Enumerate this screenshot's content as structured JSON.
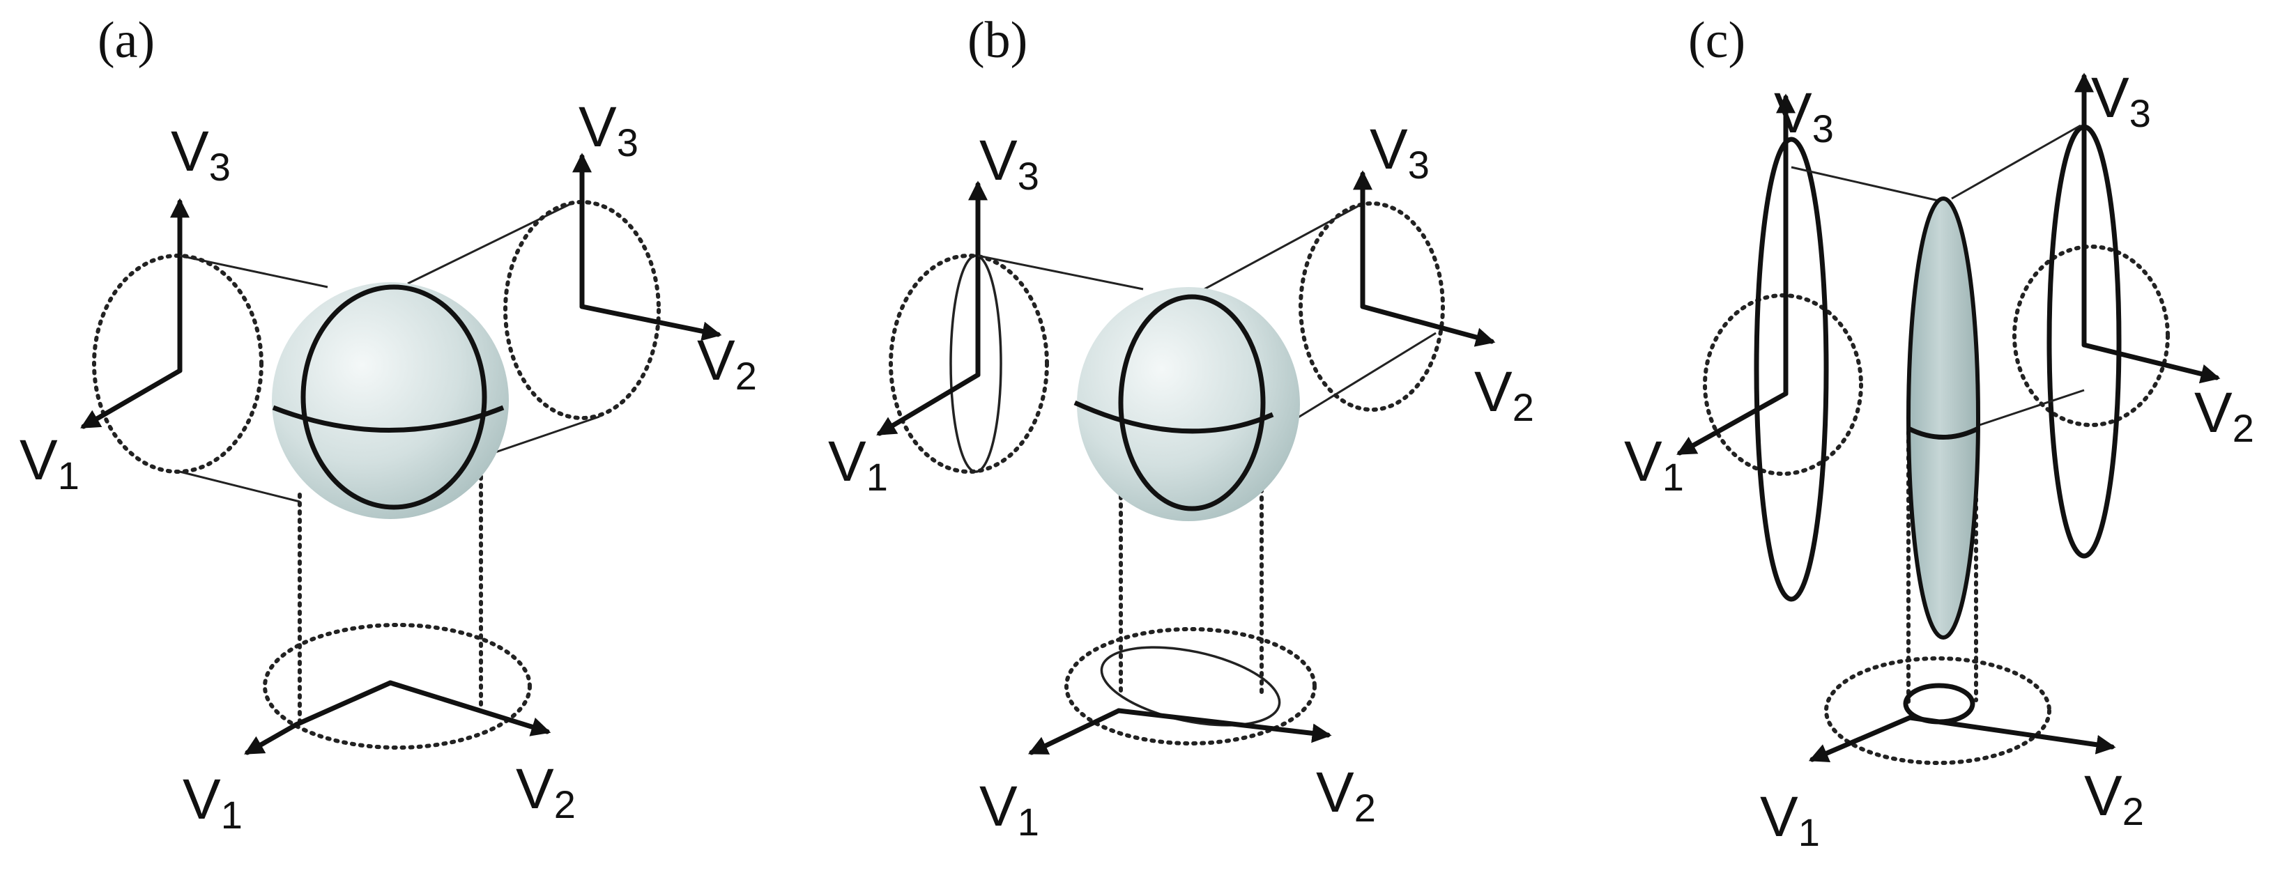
{
  "panels": [
    {
      "id": "a",
      "label": "(a)"
    },
    {
      "id": "b",
      "label": "(b)"
    },
    {
      "id": "c",
      "label": "(c)"
    }
  ],
  "axis_labels": {
    "v1": "V",
    "v1_sub": "1",
    "v2": "V",
    "v2_sub": "2",
    "v3": "V",
    "v3_sub": "3"
  },
  "colors": {
    "shape_fill": "#b9cccd",
    "shape_highlight": "#f4f8f8",
    "ink": "#111111"
  }
}
